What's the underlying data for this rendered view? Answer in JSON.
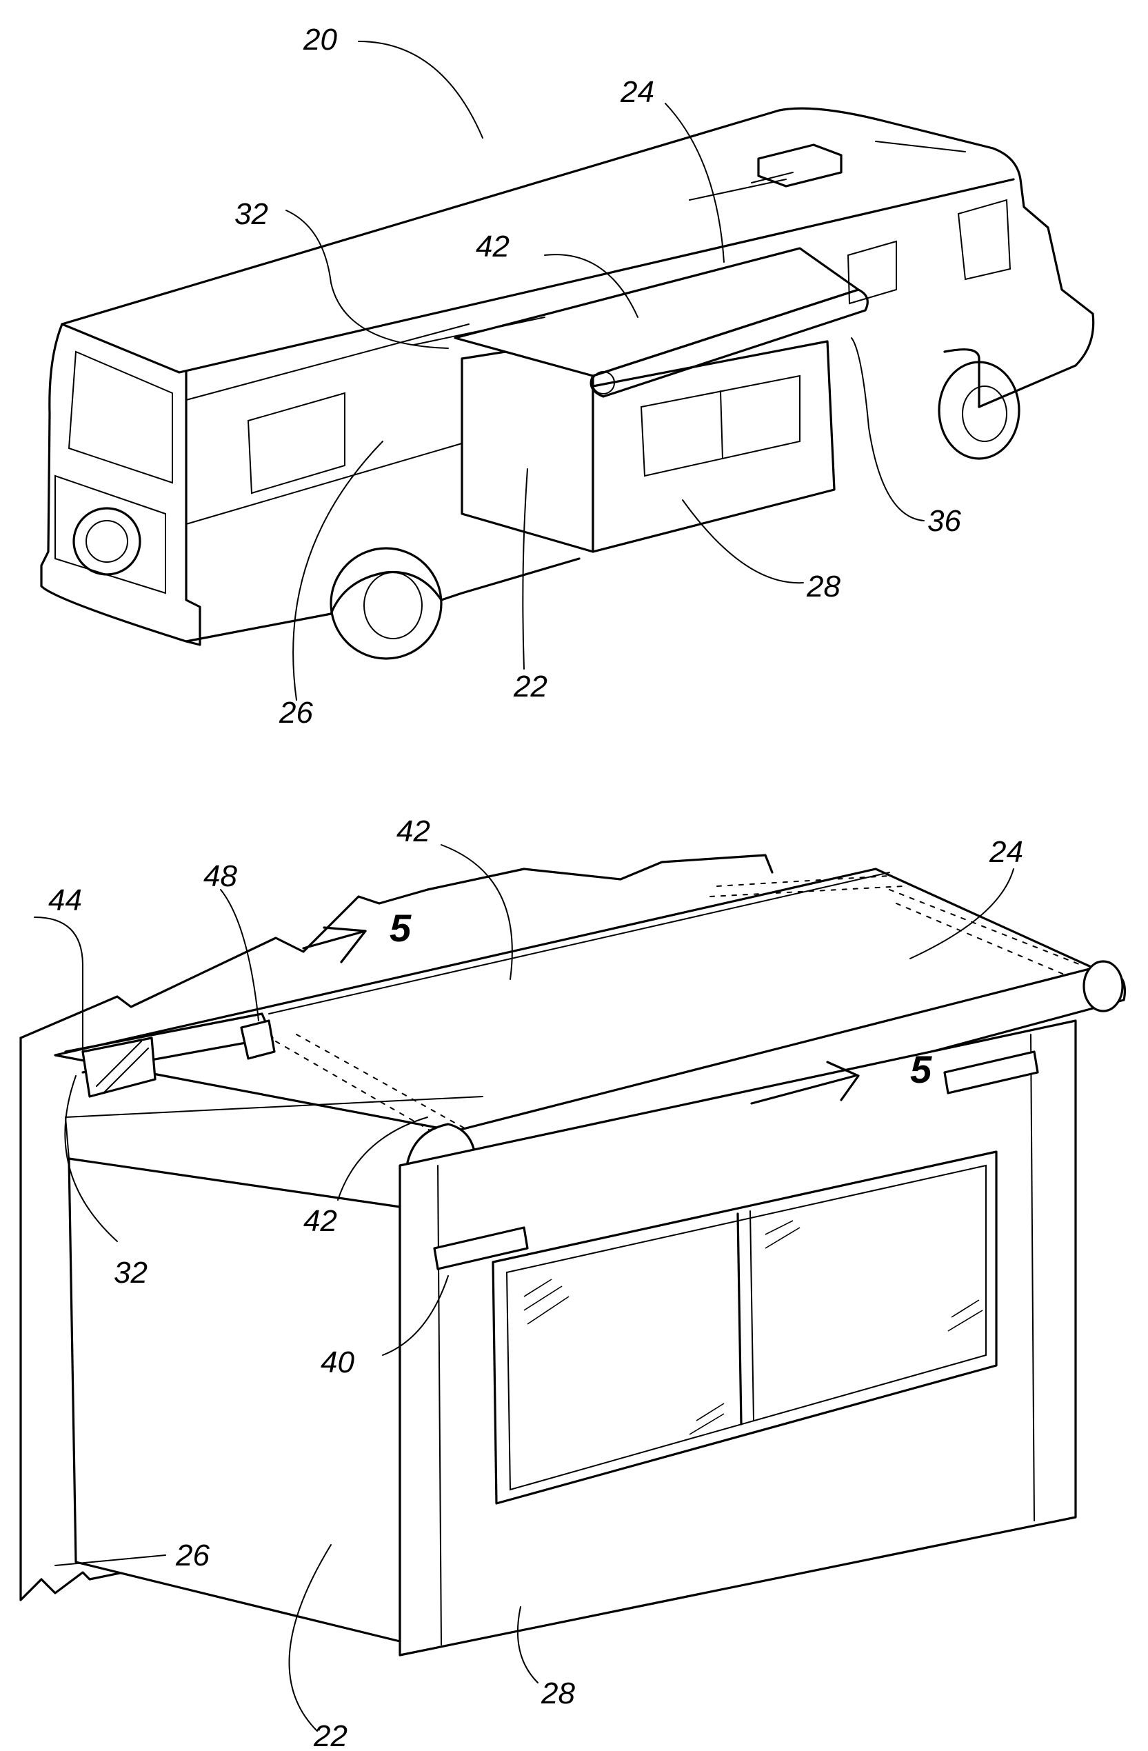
{
  "figure_top": {
    "labels": {
      "rv": "20",
      "slideout": "22",
      "awning": "24",
      "sidewall": "26",
      "slideout_wall": "28",
      "bracket": "32",
      "roller": "36",
      "fabric": "42"
    }
  },
  "figure_bottom": {
    "labels": {
      "awning": "24",
      "fabric_upper": "42",
      "fabric_lower": "42",
      "rail": "44",
      "hinge": "48",
      "bracket": "32",
      "clip": "40",
      "sidewall": "26",
      "slideout": "22",
      "slideout_wall": "28"
    },
    "section_marks": [
      "5",
      "5"
    ]
  }
}
